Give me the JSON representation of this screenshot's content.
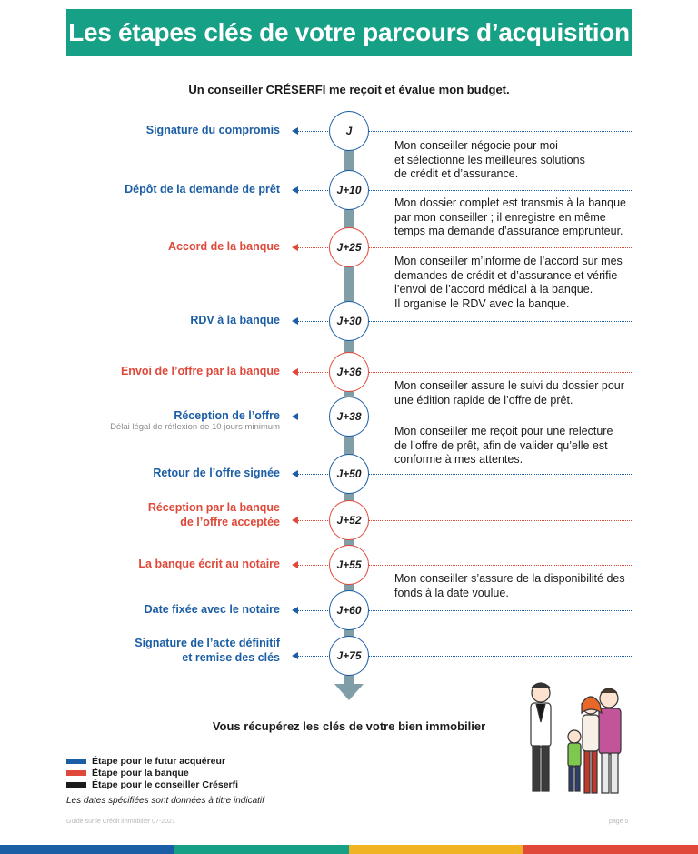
{
  "title": "Les étapes clés de votre parcours d’acquisition",
  "intro": "Un conseiller CRÉSERFI me reçoit et évalue mon budget.",
  "steps": [
    {
      "day": "J",
      "label": [
        "Signature du compromis"
      ],
      "sub": "",
      "color": "blue"
    },
    {
      "day": "J+10",
      "label": [
        "Dépôt de la demande de prêt"
      ],
      "sub": "",
      "color": "blue"
    },
    {
      "day": "J+25",
      "label": [
        "Accord de la banque"
      ],
      "sub": "",
      "color": "red"
    },
    {
      "day": "J+30",
      "label": [
        "RDV à la banque"
      ],
      "sub": "",
      "color": "blue"
    },
    {
      "day": "J+36",
      "label": [
        "Envoi de l’offre par la banque"
      ],
      "sub": "",
      "color": "red"
    },
    {
      "day": "J+38",
      "label": [
        "Réception de l’offre"
      ],
      "sub": "Délai légal de réflexion de 10 jours minimum",
      "color": "blue"
    },
    {
      "day": "J+50",
      "label": [
        "Retour de l’offre signée"
      ],
      "sub": "",
      "color": "blue"
    },
    {
      "day": "J+52",
      "label": [
        "Réception par la banque",
        "de l’offre acceptée"
      ],
      "sub": "",
      "color": "red"
    },
    {
      "day": "J+55",
      "label": [
        "La banque écrit au notaire"
      ],
      "sub": "",
      "color": "red"
    },
    {
      "day": "J+60",
      "label": [
        "Date fixée avec le notaire"
      ],
      "sub": "",
      "color": "blue"
    },
    {
      "day": "J+75",
      "label": [
        "Signature de l’acte définitif",
        "et remise des clés"
      ],
      "sub": "",
      "color": "blue"
    }
  ],
  "notes": [
    [
      "Mon conseiller négocie pour moi",
      "et sélectionne les meilleures solutions",
      "de crédit et d’assurance."
    ],
    [
      "Mon dossier complet est transmis à la banque",
      "par mon conseiller ; il enregistre en même",
      "temps ma demande d’assurance emprunteur."
    ],
    [
      "Mon conseiller m’informe de l’accord sur mes",
      "demandes de crédit et d’assurance et vérifie",
      "l’envoi de l’accord médical à la banque.",
      "Il organise le RDV avec la banque."
    ],
    [
      "Mon conseiller assure le suivi du dossier pour",
      "une édition rapide de l’offre de prêt."
    ],
    [
      "Mon conseiller me reçoit pour une relecture",
      "de l’offre de prêt, afin de valider qu’elle est",
      "conforme à mes attentes."
    ],
    [
      "Mon conseiller s’assure de la disponibilité des",
      "fonds à la date voulue."
    ]
  ],
  "final": "Vous récupérez les clés de votre bien immobilier",
  "legend": [
    {
      "label": "Étape pour le futur acquéreur",
      "color": "#1c5ea5"
    },
    {
      "label": "Étape pour la banque",
      "color": "#e0493a"
    },
    {
      "label": "Étape pour le conseiller Créserfi",
      "color": "#1a1a1a"
    }
  ],
  "legend_note": "Les dates spécifiées sont données à titre indicatif",
  "footer_left": "Guide sur le Crédit immobilier 07-2021",
  "footer_right": "page 5",
  "bottom_bar_colors": [
    "#1c5ea5",
    "#16a085",
    "#f0b323",
    "#e0493a"
  ]
}
